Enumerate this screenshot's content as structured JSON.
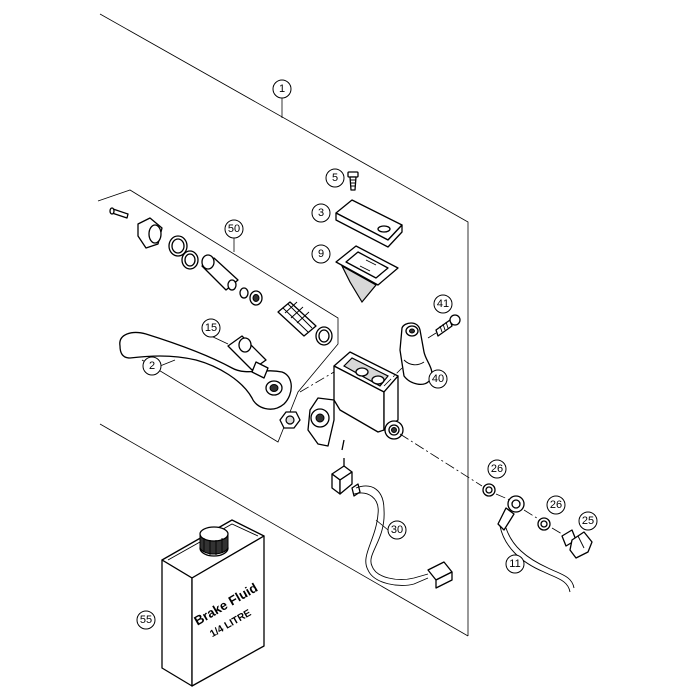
{
  "callouts": [
    "1",
    "5",
    "3",
    "9",
    "50",
    "41",
    "15",
    "2",
    "40",
    "26",
    "26",
    "25",
    "30",
    "11",
    "55"
  ],
  "bottle": {
    "label_line1": "Brake Fluid",
    "label_line2": "1/4 LITRE"
  }
}
